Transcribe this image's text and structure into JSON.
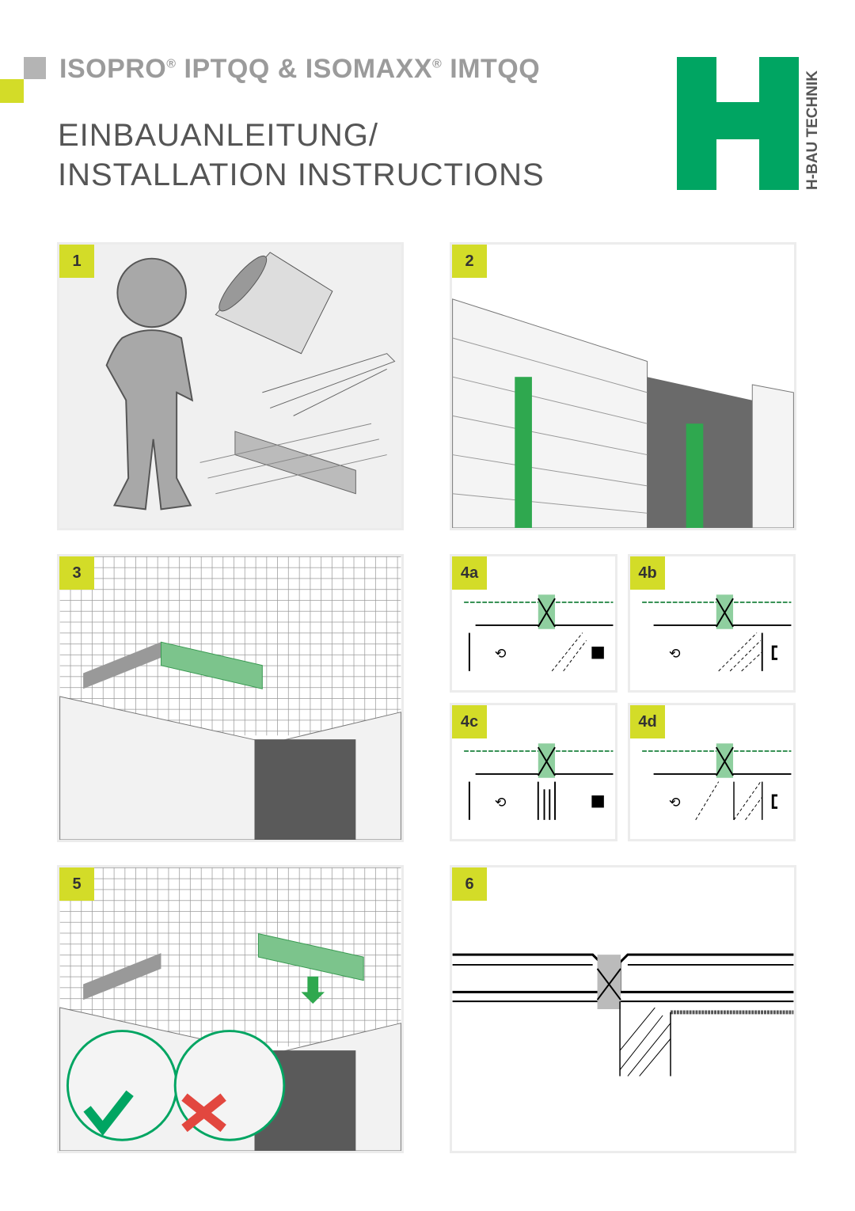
{
  "header": {
    "product_line_1": "ISOPRO",
    "registered": "®",
    "product_line_2": " IPTQQ & ISOMAXX",
    "product_line_3": " IMTQQ",
    "title_line_1": "EINBAUANLEITUNG/",
    "title_line_2": "INSTALLATION INSTRUCTIONS"
  },
  "logo": {
    "letter": "H",
    "text": "H-BAU TECHNIK"
  },
  "colors": {
    "brand_green": "#00a562",
    "accent_yellow": "#d3dc28",
    "light_green": "#8fcf9f"
  },
  "steps": [
    {
      "label": "1"
    },
    {
      "label": "2"
    },
    {
      "label": "3"
    },
    {
      "label": "4a"
    },
    {
      "label": "4b"
    },
    {
      "label": "4c"
    },
    {
      "label": "4d"
    },
    {
      "label": "5"
    },
    {
      "label": "6"
    }
  ]
}
